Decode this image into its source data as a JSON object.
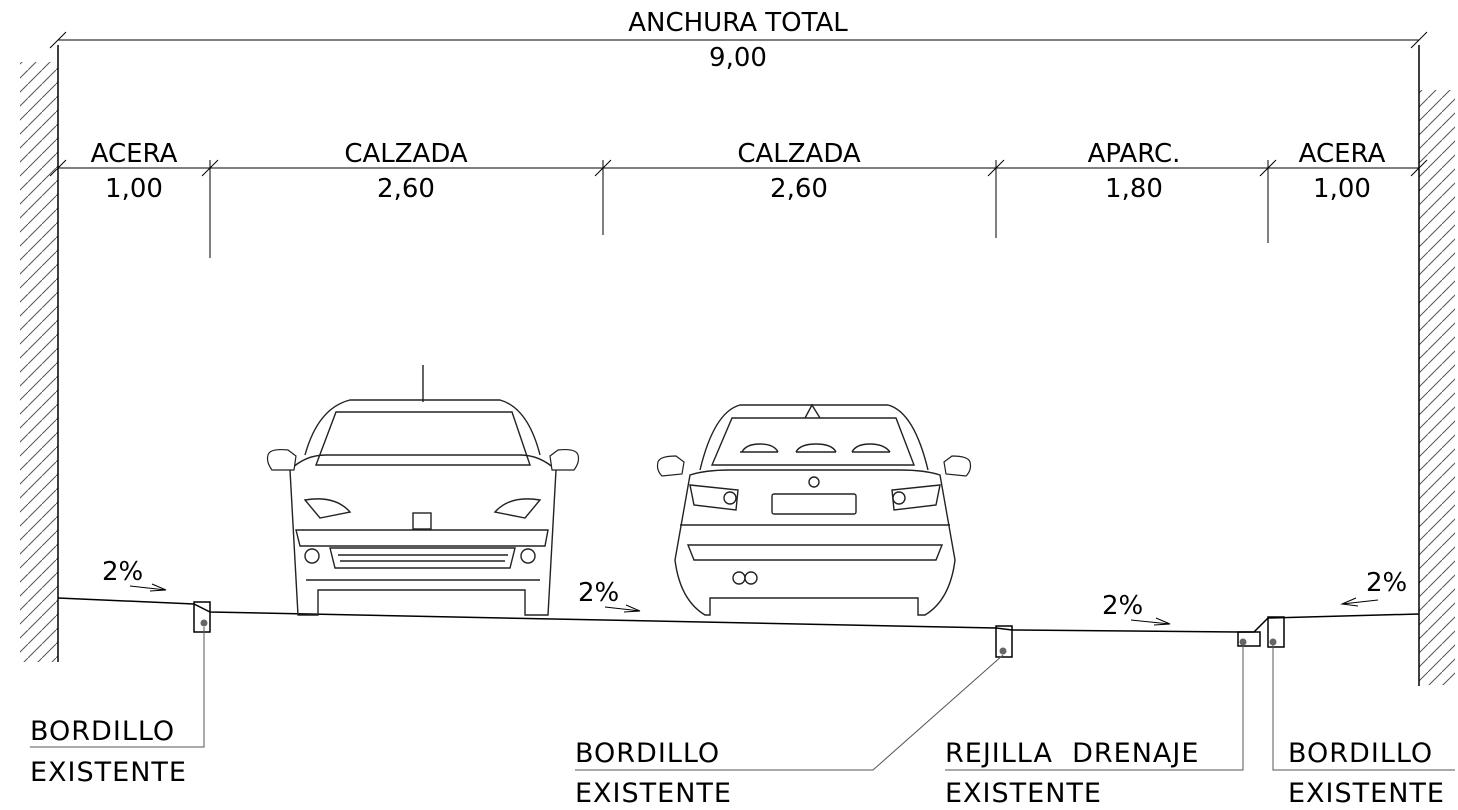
{
  "total": {
    "label": "ANCHURA TOTAL",
    "value": "9,00"
  },
  "segments": [
    {
      "label": "ACERA",
      "value": "1,00"
    },
    {
      "label": "CALZADA",
      "value": "2,60"
    },
    {
      "label": "CALZADA",
      "value": "2,60"
    },
    {
      "label": "APARC.",
      "value": "1,80"
    },
    {
      "label": "ACERA",
      "value": "1,00"
    }
  ],
  "slopes": [
    "2%",
    "2%",
    "2%",
    "2%"
  ],
  "callouts": [
    {
      "line1": "BORDILLO",
      "line2": "EXISTENTE"
    },
    {
      "line1": "BORDILLO",
      "line2": "EXISTENTE"
    },
    {
      "line1": "REJILLA  DRENAJE",
      "line2": "EXISTENTE"
    },
    {
      "line1": "BORDILLO",
      "line2": "EXISTENTE"
    }
  ]
}
